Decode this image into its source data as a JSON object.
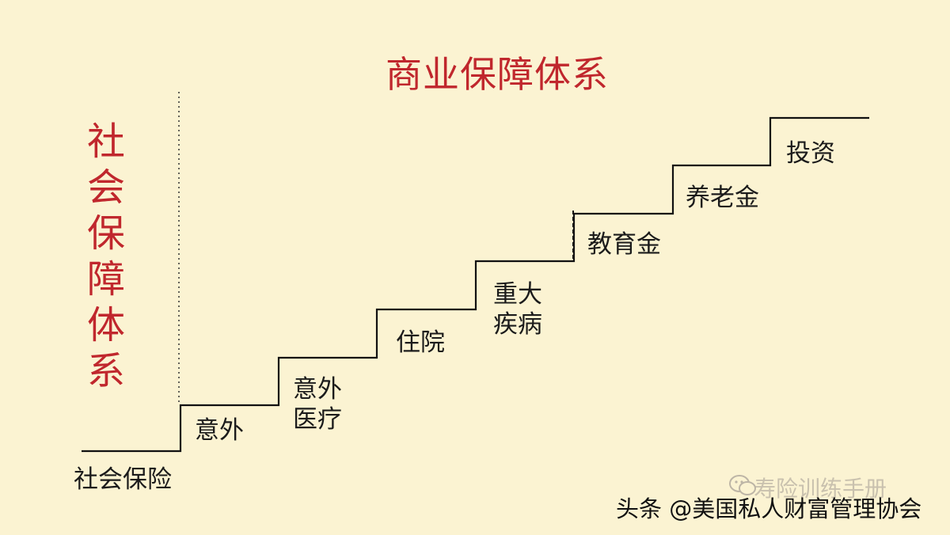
{
  "diagram": {
    "title": "商业保障体系",
    "side_title_chars": [
      "社",
      "会",
      "保",
      "障",
      "体",
      "系"
    ],
    "steps": {
      "social_insurance": "社会保险",
      "accident": "意外",
      "accident_medical": [
        "意外",
        "医疗"
      ],
      "hospitalization": "住院",
      "critical_illness": [
        "重大",
        "疾病"
      ],
      "education_fund": "教育金",
      "pension": "养老金",
      "investment": "投资"
    },
    "colors": {
      "background": "#fbf3d2",
      "accent_red": "#c0272d",
      "line": "#111111",
      "label": "#1b1b1b"
    }
  },
  "watermark": {
    "text": "寿险训练手册",
    "icon": "wechat-icon"
  },
  "footer": {
    "text": "头条 @美国私人财富管理协会"
  }
}
